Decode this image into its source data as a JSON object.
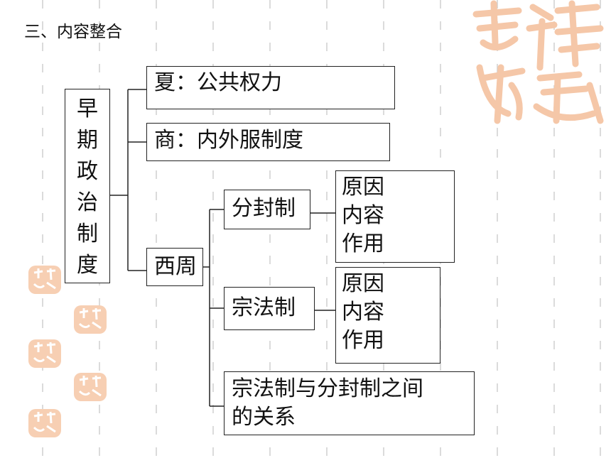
{
  "heading": "三、内容整合",
  "root": {
    "chars": [
      "早",
      "期",
      "政",
      "治",
      "制",
      "度"
    ]
  },
  "xia": "夏：公共权力",
  "shang": "商：内外服制度",
  "xizhou": "西周",
  "fengjian": {
    "label": "分封制",
    "details": [
      "原因",
      "内容",
      "作用"
    ]
  },
  "zongfa": {
    "label": "宗法制",
    "details": [
      "原因",
      "内容",
      "作用"
    ]
  },
  "relation": [
    "宗法制与分封制之间",
    "的关系"
  ],
  "colors": {
    "seal": "#f5c7a8",
    "dashes": "#c8c8c8",
    "border": "#222222"
  }
}
